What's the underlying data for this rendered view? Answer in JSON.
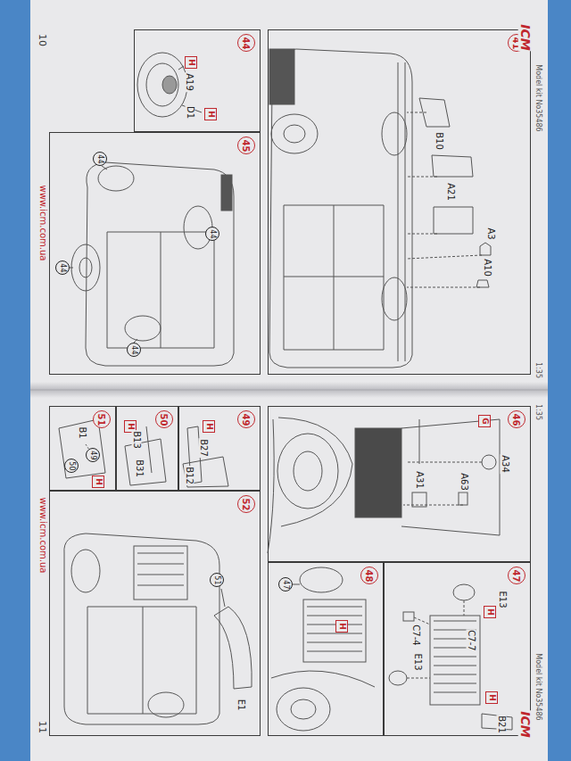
{
  "diagram": {
    "nodes": [
      {
        "text": [
          "41"
        ]
      },
      {
        "text": [
          "44"
        ]
      },
      {
        "text": [
          "H"
        ],
        "in": 1
      },
      {
        "text": [
          "H"
        ],
        "in": 1
      },
      {
        "text": [
          "45"
        ]
      },
      {
        "text": [
          "44"
        ],
        "in": 4
      },
      {
        "text": [
          "44"
        ],
        "in": 4
      },
      {
        "text": [
          "44"
        ],
        "in": 4
      },
      {
        "text": [
          "44"
        ],
        "in": 4
      },
      {
        "text": [
          "46"
        ]
      },
      {
        "text": [
          "G"
        ],
        "in": 9
      },
      {
        "text": [
          "47"
        ]
      },
      {
        "text": [
          "H"
        ],
        "in": 11
      },
      {
        "text": [
          "H"
        ],
        "in": 11
      },
      {
        "text": [
          "48"
        ]
      },
      {
        "text": [
          "47"
        ],
        "in": 14
      },
      {
        "text": [
          "H"
        ],
        "in": 14
      },
      {
        "text": [
          "49"
        ]
      },
      {
        "text": [
          "H"
        ],
        "in": 17
      },
      {
        "text": [
          "50"
        ]
      },
      {
        "text": [
          "H"
        ],
        "in": 19
      },
      {
        "text": [
          "51"
        ]
      },
      {
        "text": [
          "H"
        ],
        "in": 21
      },
      {
        "text": [
          "49"
        ],
        "in": 21
      },
      {
        "text": [
          "50"
        ],
        "in": 21
      },
      {
        "text": [
          "52"
        ]
      },
      {
        "text": [
          "51"
        ],
        "in": 25
      }
    ],
    "labels": [
      "10",
      "www.icm.com.ua",
      "ICM",
      "Model kit No35486",
      "1:35",
      "1:35",
      "Model kit No35486",
      "ICM",
      "www.icm.com.ua",
      "11",
      "B10",
      "A21",
      "A3",
      "A10",
      "A19",
      "D1",
      "A34",
      "A63",
      "A31",
      "E13",
      "C7-7",
      "C7-4",
      "E13",
      "B21",
      "B27",
      "B12",
      "B13",
      "B31",
      "B1",
      "E1"
    ]
  }
}
